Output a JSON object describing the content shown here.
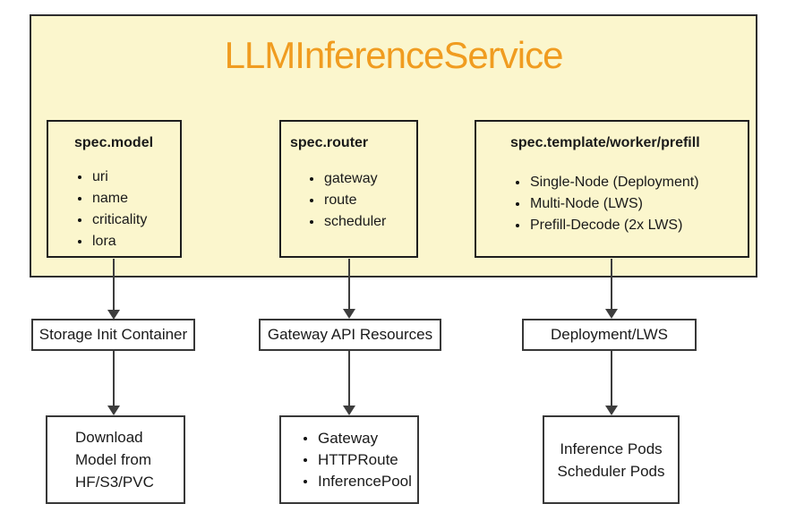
{
  "diagram": {
    "title": "LLMInferenceService",
    "colors": {
      "container_fill": "#FBF6CD",
      "title_orange": "#F09C20",
      "box_border_dark": "#1E1E1E",
      "box_border_gray": "#383838",
      "arrow": "#3D3D3D",
      "text": "#1A1A1A",
      "page_background": "#FFFFFF"
    },
    "columns": [
      {
        "spec": {
          "heading": "spec.model",
          "items": [
            "uri",
            "name",
            "criticality",
            "lora"
          ]
        },
        "middle_label": "Storage Init Container",
        "bottom": {
          "lines": [
            "Download",
            "Model from",
            "HF/S3/PVC"
          ]
        }
      },
      {
        "spec": {
          "heading": "spec.router",
          "items": [
            "gateway",
            "route",
            "scheduler"
          ]
        },
        "middle_label": "Gateway API Resources",
        "bottom": {
          "items": [
            "Gateway",
            "HTTPRoute",
            "InferencePool"
          ]
        }
      },
      {
        "spec": {
          "heading": "spec.template/worker/prefill",
          "items": [
            "Single-Node (Deployment)",
            "Multi-Node (LWS)",
            "Prefill-Decode (2x LWS)"
          ]
        },
        "middle_label": "Deployment/LWS",
        "bottom": {
          "lines": [
            "Inference Pods",
            "Scheduler Pods"
          ]
        }
      }
    ]
  }
}
